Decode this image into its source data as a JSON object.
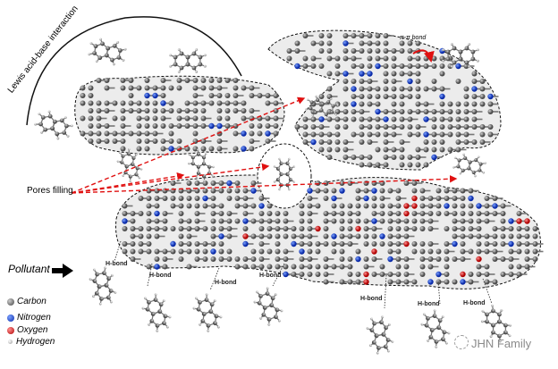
{
  "labels": {
    "lewis": "Lewis acid-base interaction",
    "pipi": "π-π bond",
    "pores": "Pores filling",
    "pollutant": "Pollutant",
    "hbond": [
      "H-bond",
      "H-bond",
      "H-bond",
      "H-bond",
      "H-bond",
      "H-bond",
      "H-bond"
    ]
  },
  "legend": [
    {
      "label": "Carbon",
      "color": "#6e6e6e"
    },
    {
      "label": "Nitrogen",
      "color": "#1a3fd6"
    },
    {
      "label": "Oxygen",
      "color": "#e01010"
    },
    {
      "label": "Hydrogen",
      "color": "#e8e8e8"
    }
  ],
  "watermark": "JHN Family",
  "colors": {
    "arrow": "#e01010",
    "blob": "#ececec"
  }
}
